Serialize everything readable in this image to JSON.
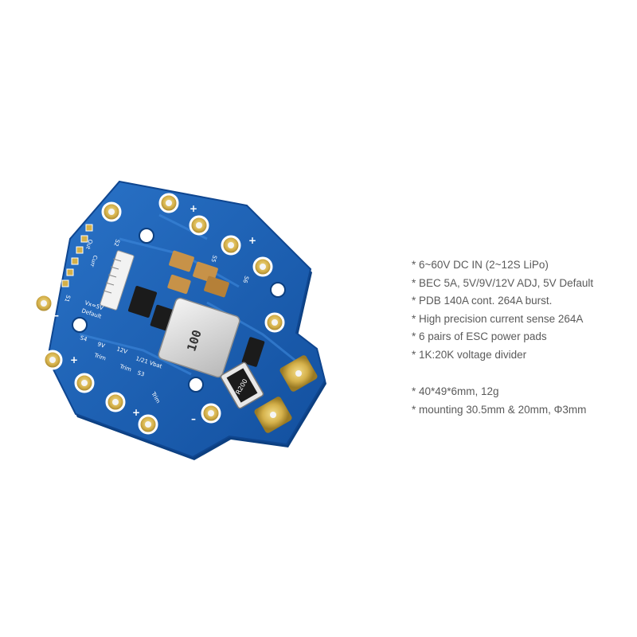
{
  "image": {
    "subject": "PDB board photo with specification list",
    "colors": {
      "background": "#ffffff",
      "pcb": "#1a5fb4",
      "pcb_dark": "#0f4690",
      "pad_gold": "#d4b04a",
      "silkscreen": "#ffffff",
      "text": "#5a5a5a"
    }
  },
  "board_labels": {
    "inductor_code": "100",
    "shunt_code": "R200",
    "vx_label": "Vx=5V",
    "default_label": "Default",
    "v9": "9V",
    "v12": "12V",
    "vbat": "1/21 Vbat",
    "trim_a": "Trim",
    "trim_b": "Trim",
    "trim_c": "Trim",
    "s4": "S4",
    "s3": "S3",
    "s2": "S2",
    "s1": "S1",
    "s5": "S5",
    "s6": "S6",
    "curr": "Curr",
    "out": "Out",
    "plus_1": "+",
    "plus_2": "+",
    "plus_3": "+",
    "plus_4": "+",
    "minus_1": "–",
    "minus_2": "–"
  },
  "specs": [
    "* 6~60V DC IN (2~12S LiPo)",
    "* BEC 5A, 5V/9V/12V ADJ, 5V Default",
    "* PDB 140A cont. 264A burst.",
    "* High precision current sense 264A",
    "* 6 pairs of ESC power pads",
    "* 1K:20K voltage divider",
    "* 40*49*6mm, 12g",
    "* mounting 30.5mm & 20mm, Φ3mm"
  ]
}
